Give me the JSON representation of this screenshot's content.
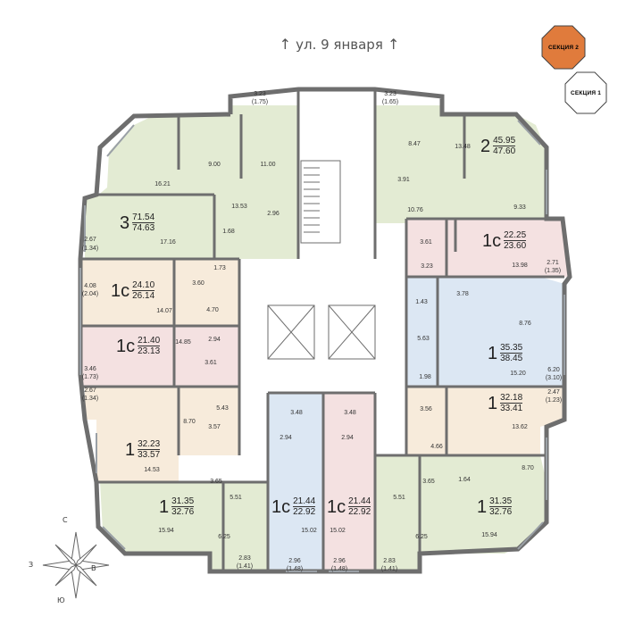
{
  "street": {
    "label": "ул. 9 января"
  },
  "sections": {
    "active": "СЕКЦИЯ 2",
    "inactive": "СЕКЦИЯ 1",
    "active_color": "#E07B3C"
  },
  "compass": {
    "n": "С",
    "s": "Ю",
    "w": "З",
    "e": "В"
  },
  "colors": {
    "green": "#E3EBD3",
    "pink": "#F4E1E1",
    "peach": "#F7EBDB",
    "blue": "#DCE7F3",
    "wall": "#6E6E6E"
  },
  "apartments": [
    {
      "rooms": "2",
      "area": "45.95",
      "total": "47.60"
    },
    {
      "rooms": "3",
      "area": "71.54",
      "total": "74.63"
    },
    {
      "rooms": "1с",
      "area": "22.25",
      "total": "23.60"
    },
    {
      "rooms": "1с",
      "area": "24.10",
      "total": "26.14"
    },
    {
      "rooms": "1",
      "area": "35.35",
      "total": "38.45"
    },
    {
      "rooms": "1с",
      "area": "21.40",
      "total": "23.13"
    },
    {
      "rooms": "1",
      "area": "32.18",
      "total": "33.41"
    },
    {
      "rooms": "1",
      "area": "32.23",
      "total": "33.57"
    },
    {
      "rooms": "1",
      "area": "31.35",
      "total": "32.76"
    },
    {
      "rooms": "1с",
      "area": "21.44",
      "total": "22.92"
    },
    {
      "rooms": "1с",
      "area": "21.44",
      "total": "22.92"
    },
    {
      "rooms": "1",
      "area": "31.35",
      "total": "32.76"
    }
  ],
  "room_labels": [
    "3.23",
    "(1.75)",
    "3.23",
    "(1.65)",
    "8.47",
    "13.48",
    "9.00",
    "11.00",
    "16.21",
    "3.91",
    "13.53",
    "2.96",
    "10.76",
    "9.33",
    "2.67",
    "(1.34)",
    "17.16",
    "1.68",
    "3.61",
    "13.98",
    "2.71",
    "(1.35)",
    "4.08",
    "(2.04)",
    "1.73",
    "3.60",
    "3.23",
    "3.78",
    "14.07",
    "4.70",
    "1.43",
    "8.76",
    "14.85",
    "2.94",
    "5.63",
    "3.61",
    "3.46",
    "(1.73)",
    "1.98",
    "15.20",
    "6.20",
    "(3.10)",
    "2.67",
    "(1.34)",
    "3.48",
    "3.48",
    "2.47",
    "(1.23)",
    "8.70",
    "5.43",
    "3.56",
    "13.62",
    "3.57",
    "2.94",
    "2.94",
    "4.66",
    "14.53",
    "8.70",
    "3.65",
    "1.64",
    "3.65",
    "5.51",
    "5.51",
    "15.94",
    "6.25",
    "15.02",
    "15.02",
    "6.25",
    "15.94",
    "2.83",
    "(1.41)",
    "2.96",
    "(1.48)",
    "2.96",
    "(1.48)",
    "2.83",
    "(1.41)"
  ]
}
